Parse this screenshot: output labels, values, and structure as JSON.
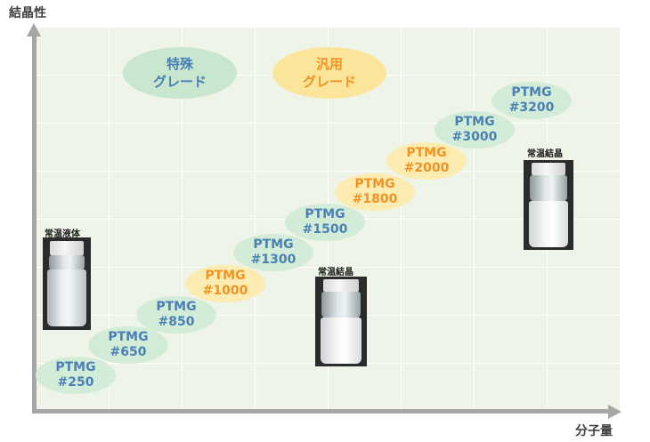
{
  "axes": {
    "y_title": "結晶性",
    "x_title": "分子量"
  },
  "legend": {
    "special": {
      "line1": "特殊",
      "line2": "グレード",
      "color": "#4a80b6",
      "fill": "#c9e7cf"
    },
    "general": {
      "line1": "汎用",
      "line2": "グレード",
      "color": "#f29321",
      "fill": "#fbe59b"
    }
  },
  "grades": [
    {
      "name": "PTMG",
      "number": "#250",
      "type": "special"
    },
    {
      "name": "PTMG",
      "number": "#650",
      "type": "special"
    },
    {
      "name": "PTMG",
      "number": "#850",
      "type": "special"
    },
    {
      "name": "PTMG",
      "number": "#1000",
      "type": "general"
    },
    {
      "name": "PTMG",
      "number": "#1300",
      "type": "special"
    },
    {
      "name": "PTMG",
      "number": "#1500",
      "type": "special"
    },
    {
      "name": "PTMG",
      "number": "#1800",
      "type": "general"
    },
    {
      "name": "PTMG",
      "number": "#2000",
      "type": "general"
    },
    {
      "name": "PTMG",
      "number": "#3000",
      "type": "special"
    },
    {
      "name": "PTMG",
      "number": "#3200",
      "type": "special"
    }
  ],
  "photos": {
    "liquid": {
      "label": "常温液体"
    },
    "crystal_mid": {
      "label": "常温結晶"
    },
    "crystal_high": {
      "label": "常温結晶"
    }
  }
}
